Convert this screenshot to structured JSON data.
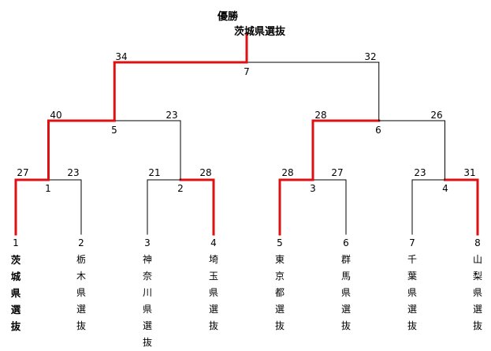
{
  "champion": {
    "label": "優勝",
    "name": "茨城県選抜"
  },
  "colors": {
    "win": "#dd1111",
    "line": "#000000"
  },
  "teams": [
    {
      "seed": "1",
      "name": "茨城県選抜",
      "winner": true
    },
    {
      "seed": "2",
      "name": "栃木県選抜",
      "winner": false
    },
    {
      "seed": "3",
      "name": "神奈川県選抜",
      "winner": false
    },
    {
      "seed": "4",
      "name": "埼玉県選抜",
      "winner": false
    },
    {
      "seed": "5",
      "name": "東京都選抜",
      "winner": false
    },
    {
      "seed": "6",
      "name": "群馬県選抜",
      "winner": false
    },
    {
      "seed": "7",
      "name": "千葉県選抜",
      "winner": false
    },
    {
      "seed": "8",
      "name": "山梨県選抜",
      "winner": false
    }
  ],
  "matches": [
    {
      "num": "1",
      "left_score": "27",
      "right_score": "23",
      "winner": "left"
    },
    {
      "num": "2",
      "left_score": "21",
      "right_score": "28",
      "winner": "right"
    },
    {
      "num": "3",
      "left_score": "28",
      "right_score": "27",
      "winner": "left"
    },
    {
      "num": "4",
      "left_score": "23",
      "right_score": "31",
      "winner": "right"
    },
    {
      "num": "5",
      "left_score": "40",
      "right_score": "23",
      "winner": "left"
    },
    {
      "num": "6",
      "left_score": "28",
      "right_score": "26",
      "winner": "left"
    },
    {
      "num": "7",
      "left_score": "34",
      "right_score": "32",
      "winner": "left"
    }
  ]
}
